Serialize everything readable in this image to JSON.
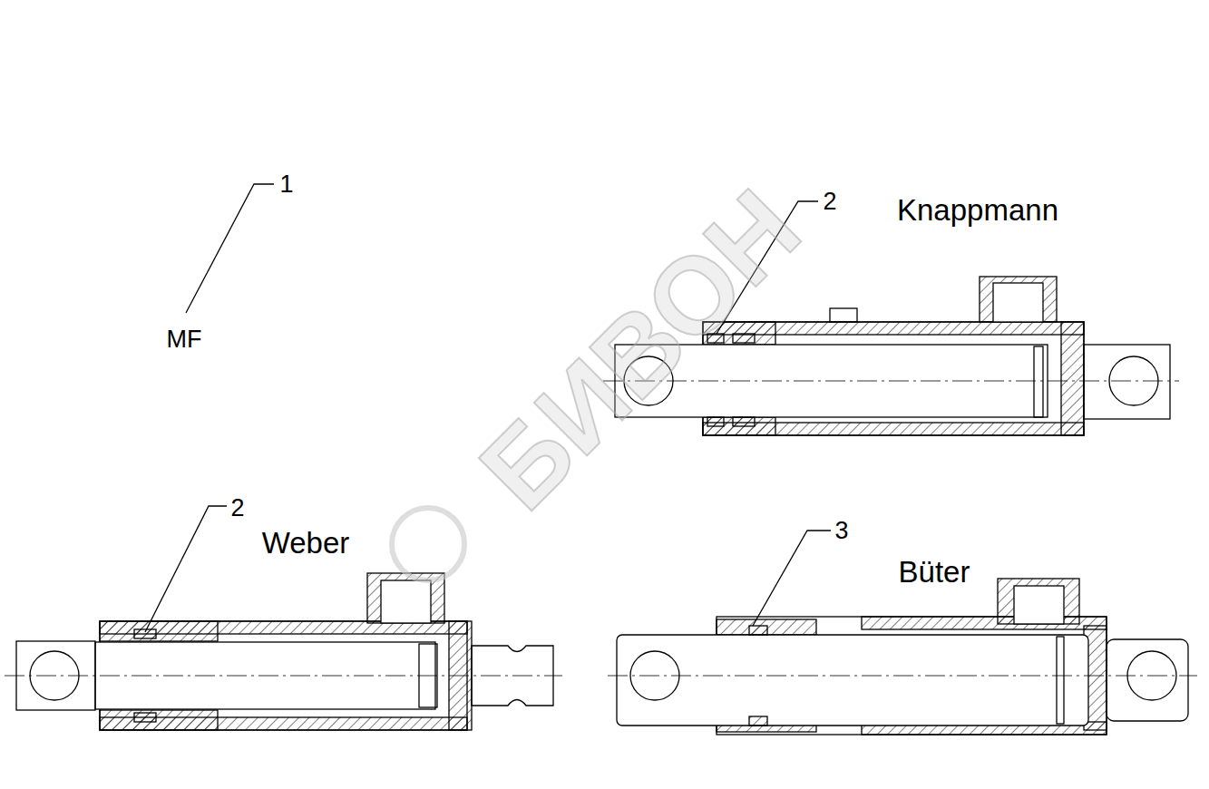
{
  "diagram": {
    "labels": [
      "1",
      "MF",
      "2",
      "Knappmann",
      "2",
      "Weber",
      "3",
      "Büter",
      "БИВОН"
    ]
  }
}
